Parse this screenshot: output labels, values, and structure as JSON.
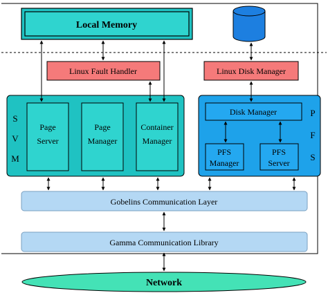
{
  "colors": {
    "teal": "#1fc2c2",
    "teal_inner": "#2fd4cf",
    "blue": "#1ea2ea",
    "blue_inner": "#24a8f0",
    "layer": "#b4d8f4",
    "red": "#f57a7a",
    "network": "#44e2b6",
    "disk": "#1d7fe0"
  },
  "labels": {
    "local_memory": "Local Memory",
    "linux_fault_handler": "Linux Fault Handler",
    "linux_disk_manager": "Linux Disk Manager",
    "svm": [
      "S",
      "V",
      "M"
    ],
    "pfs": [
      "P",
      "F",
      "S"
    ],
    "page_server": [
      "Page",
      "Server"
    ],
    "page_manager": [
      "Page",
      "Manager"
    ],
    "container_manager": [
      "Container",
      "Manager"
    ],
    "disk_manager": "Disk Manager",
    "pfs_manager": [
      "PFS",
      "Manager"
    ],
    "pfs_server": [
      "PFS",
      "Server"
    ],
    "gobelins": "Gobelins Communication Layer",
    "gamma": "Gamma Communication Library",
    "network": "Network"
  }
}
